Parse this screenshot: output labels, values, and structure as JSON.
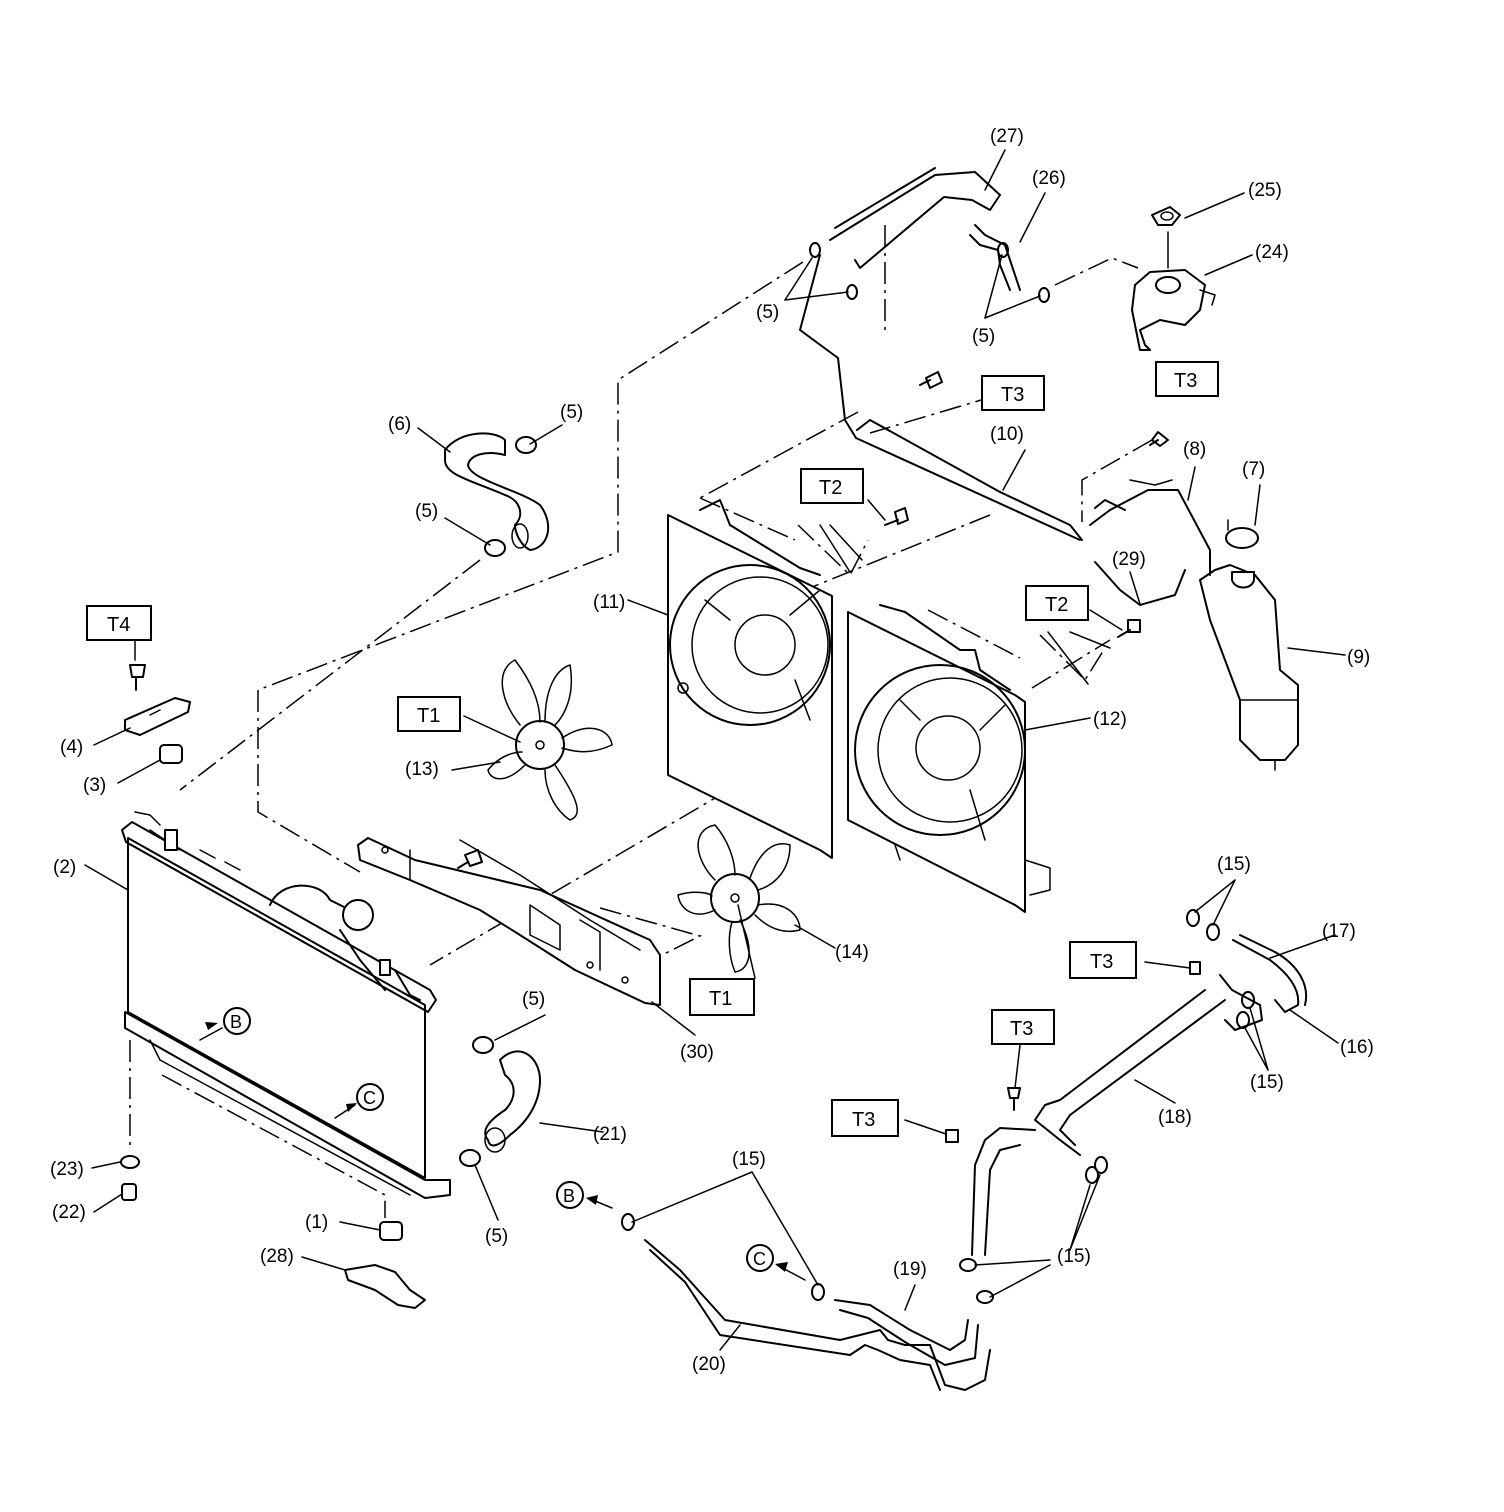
{
  "callouts": [
    {
      "id": "p1",
      "text": "(1)"
    },
    {
      "id": "p2",
      "text": "(2)"
    },
    {
      "id": "p3",
      "text": "(3)"
    },
    {
      "id": "p4",
      "text": "(4)"
    },
    {
      "id": "p5a",
      "text": "(5)"
    },
    {
      "id": "p5b",
      "text": "(5)"
    },
    {
      "id": "p5c",
      "text": "(5)"
    },
    {
      "id": "p5d",
      "text": "(5)"
    },
    {
      "id": "p5e",
      "text": "(5)"
    },
    {
      "id": "p5f",
      "text": "(5)"
    },
    {
      "id": "p6",
      "text": "(6)"
    },
    {
      "id": "p7",
      "text": "(7)"
    },
    {
      "id": "p8",
      "text": "(8)"
    },
    {
      "id": "p9",
      "text": "(9)"
    },
    {
      "id": "p10",
      "text": "(10)"
    },
    {
      "id": "p11",
      "text": "(11)"
    },
    {
      "id": "p12",
      "text": "(12)"
    },
    {
      "id": "p13",
      "text": "(13)"
    },
    {
      "id": "p14",
      "text": "(14)"
    },
    {
      "id": "p15a",
      "text": "(15)"
    },
    {
      "id": "p15b",
      "text": "(15)"
    },
    {
      "id": "p15c",
      "text": "(15)"
    },
    {
      "id": "p15d",
      "text": "(15)"
    },
    {
      "id": "p16",
      "text": "(16)"
    },
    {
      "id": "p17",
      "text": "(17)"
    },
    {
      "id": "p18",
      "text": "(18)"
    },
    {
      "id": "p19",
      "text": "(19)"
    },
    {
      "id": "p20",
      "text": "(20)"
    },
    {
      "id": "p21",
      "text": "(21)"
    },
    {
      "id": "p22",
      "text": "(22)"
    },
    {
      "id": "p23",
      "text": "(23)"
    },
    {
      "id": "p24",
      "text": "(24)"
    },
    {
      "id": "p25",
      "text": "(25)"
    },
    {
      "id": "p26",
      "text": "(26)"
    },
    {
      "id": "p27",
      "text": "(27)"
    },
    {
      "id": "p28",
      "text": "(28)"
    },
    {
      "id": "p29",
      "text": "(29)"
    },
    {
      "id": "p30",
      "text": "(30)"
    }
  ],
  "torque_tags": [
    {
      "id": "t3a",
      "text": "T3"
    },
    {
      "id": "t3b",
      "text": "T3"
    },
    {
      "id": "t2a",
      "text": "T2"
    },
    {
      "id": "t2b",
      "text": "T2"
    },
    {
      "id": "t4",
      "text": "T4"
    },
    {
      "id": "t1a",
      "text": "T1"
    },
    {
      "id": "t1b",
      "text": "T1"
    },
    {
      "id": "t3c",
      "text": "T3"
    },
    {
      "id": "t3d",
      "text": "T3"
    },
    {
      "id": "t3e",
      "text": "T3"
    }
  ],
  "refs": [
    {
      "id": "b1",
      "text": "B"
    },
    {
      "id": "c1",
      "text": "C"
    },
    {
      "id": "b2",
      "text": "B"
    },
    {
      "id": "c2",
      "text": "C"
    }
  ]
}
